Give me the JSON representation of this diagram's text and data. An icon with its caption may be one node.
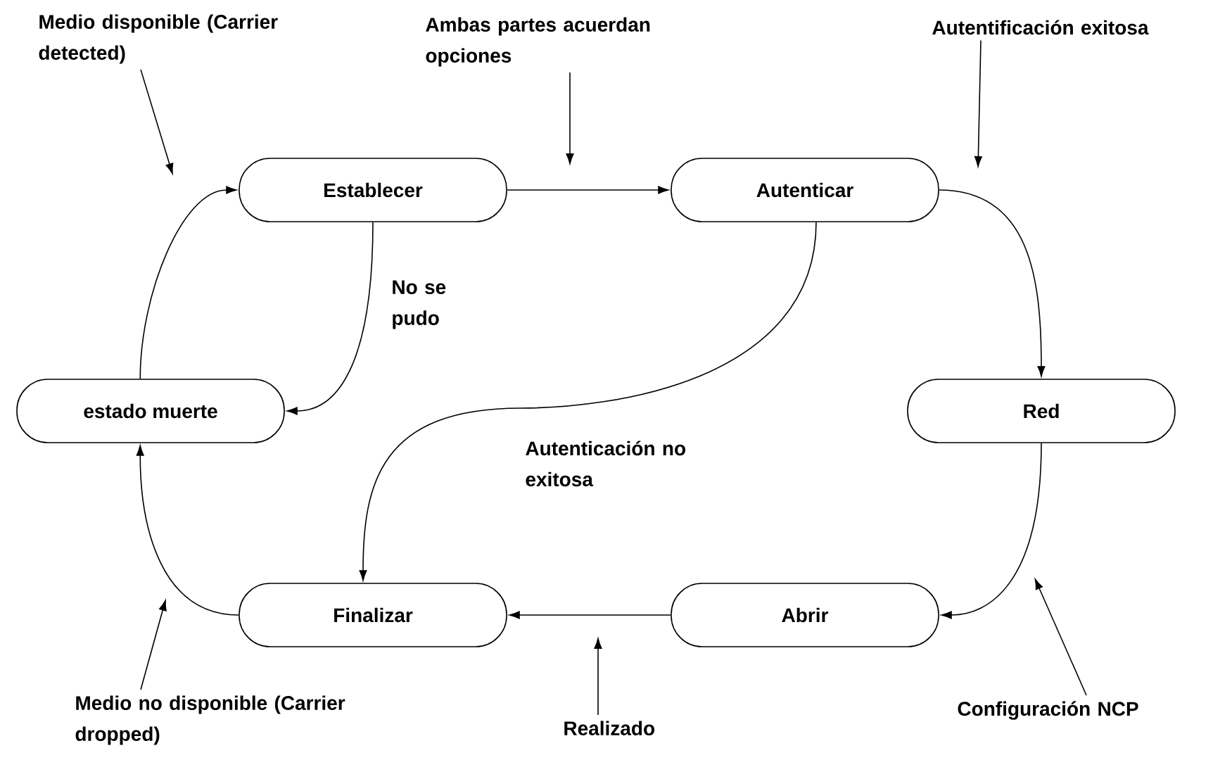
{
  "diagram": {
    "nodes": [
      {
        "text": [
          "Establecer"
        ]
      },
      {
        "text": [
          "Autenticar"
        ]
      },
      {
        "text": [
          "estado muerte"
        ]
      },
      {
        "text": [
          "Red"
        ]
      },
      {
        "text": [
          "Finalizar"
        ]
      },
      {
        "text": [
          "Abrir"
        ]
      },
      {
        "text": [
          "Medio disponible (Carrier detected)"
        ]
      },
      {
        "text": [
          "Ambas partes acuerdan opciones"
        ]
      },
      {
        "text": [
          "Autentificación exitosa"
        ]
      },
      {
        "text": [
          "Medio no disponible (Carrier dropped)"
        ]
      },
      {
        "text": [
          "Realizado"
        ]
      },
      {
        "text": [
          "Configuración NCP"
        ]
      }
    ],
    "edges": [
      {
        "from": 2,
        "to": 0,
        "arrow": "to"
      },
      {
        "from": 0,
        "to": 1,
        "arrow": "to"
      },
      {
        "from": 0,
        "to": 2,
        "arrow": "to",
        "label": "No se pudo"
      },
      {
        "from": 1,
        "to": 3,
        "arrow": "to"
      },
      {
        "from": 1,
        "to": 4,
        "arrow": "to",
        "label": "Autenticación no exitosa"
      },
      {
        "from": 3,
        "to": 5,
        "arrow": "to"
      },
      {
        "from": 5,
        "to": 4,
        "arrow": "to"
      },
      {
        "from": 4,
        "to": 2,
        "arrow": "to"
      },
      {
        "from": 6,
        "to": null,
        "arrow": "to"
      },
      {
        "from": 7,
        "to": null,
        "arrow": "to"
      },
      {
        "from": 8,
        "to": null,
        "arrow": "to"
      },
      {
        "from": 9,
        "to": null,
        "arrow": "to"
      },
      {
        "from": 10,
        "to": null,
        "arrow": "to"
      },
      {
        "from": 11,
        "to": null,
        "arrow": "to"
      }
    ]
  }
}
